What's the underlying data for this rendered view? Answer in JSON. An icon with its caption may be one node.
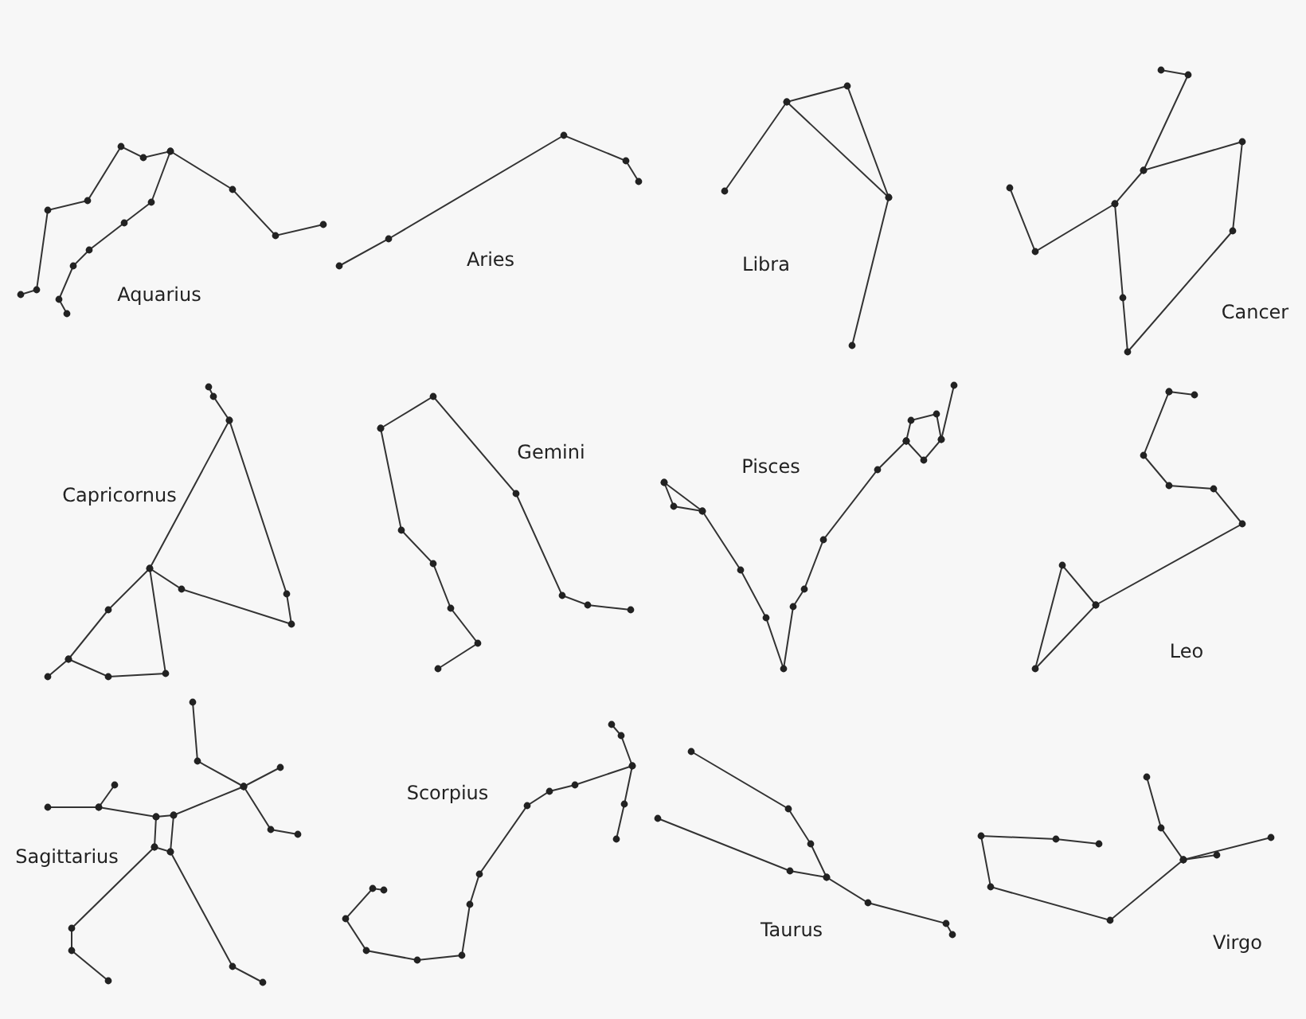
{
  "diagram": {
    "labels": [
      "Aquarius",
      "Aries",
      "Libra",
      "Cancer",
      "Capricornus",
      "Gemini",
      "Pisces",
      "Leo",
      "Sagittarius",
      "Scorpius",
      "Taurus",
      "Virgo"
    ]
  }
}
